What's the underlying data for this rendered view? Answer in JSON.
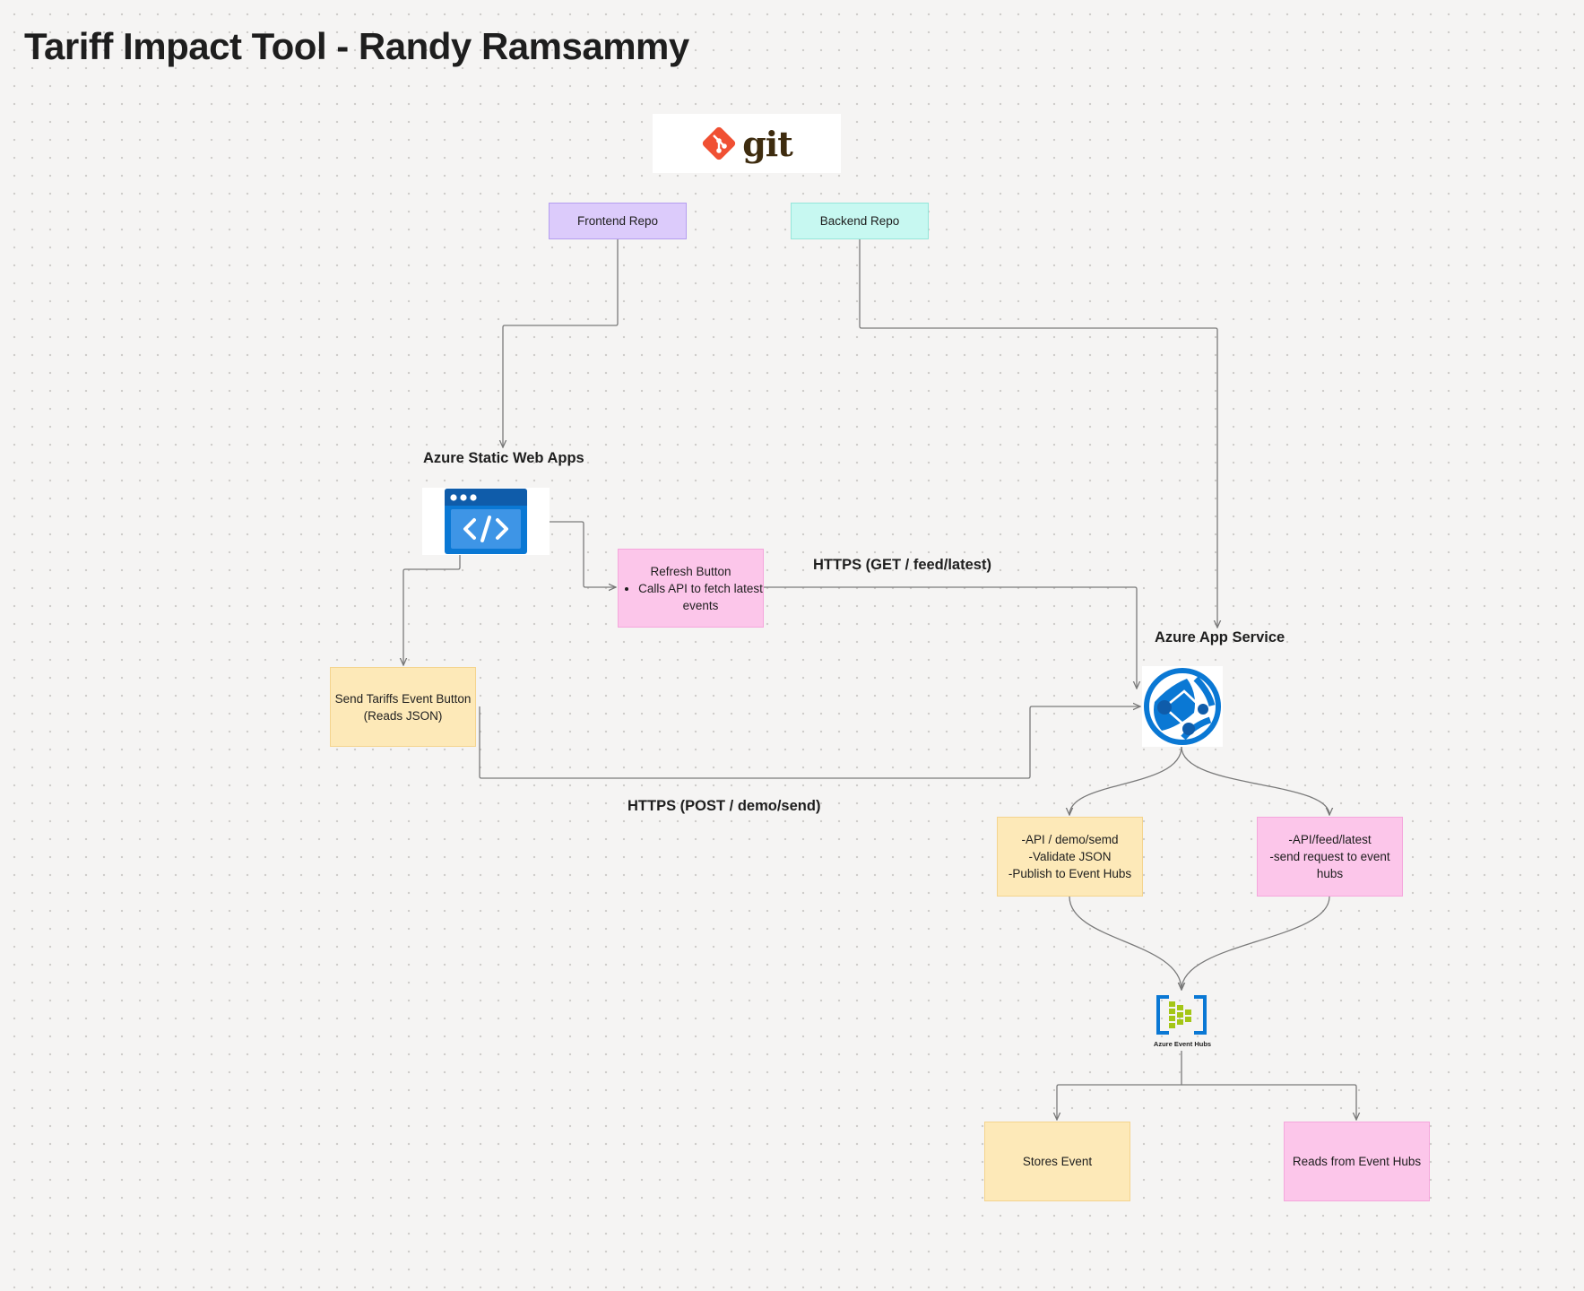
{
  "board": {
    "title": "Tariff Impact Tool - Randy Ramsammy"
  },
  "logo": {
    "text": "git",
    "icon": "git-logo-icon",
    "color": "#f05033"
  },
  "repos": {
    "frontend": "Frontend Repo",
    "backend": "Backend Repo"
  },
  "services": {
    "static_web_apps": "Azure Static Web Apps",
    "app_service": "Azure  App Service",
    "event_hubs": "Azure Event Hubs"
  },
  "stickies": {
    "refresh_title": "Refresh Button",
    "refresh_bullet": "Calls API to fetch latest events",
    "send_button": "Send Tariffs Event Button (Reads JSON)",
    "api_demo": [
      "-API / demo/semd",
      "-Validate JSON",
      "-Publish to Event Hubs"
    ],
    "api_feed": [
      "-API/feed/latest",
      "-send request to event hubs"
    ],
    "stores": "Stores Event",
    "reads": "Reads from Event Hubs"
  },
  "connections": {
    "get_label": "HTTPS (GET / feed/latest)",
    "post_label": "HTTPS (POST / demo/send)"
  },
  "colors": {
    "purple": "#dccbfb",
    "cyan": "#c7f8f1",
    "pink": "#fcc6ea",
    "yellow": "#fde9b8",
    "azure_blue": "#0a78d4"
  }
}
